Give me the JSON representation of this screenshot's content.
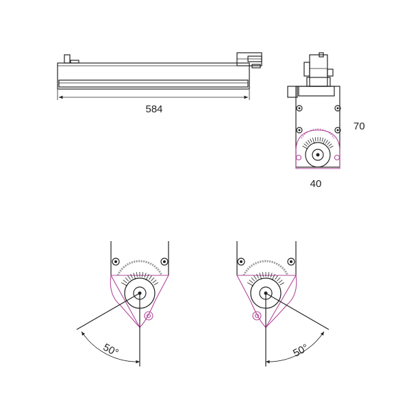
{
  "dimensions": {
    "length": "584",
    "height": "70",
    "width": "40"
  },
  "angles": {
    "left": "50°",
    "right": "50°"
  },
  "colors": {
    "line": "#222222",
    "accent": "#b0479a",
    "scale_grey": "#9a9a9a"
  }
}
